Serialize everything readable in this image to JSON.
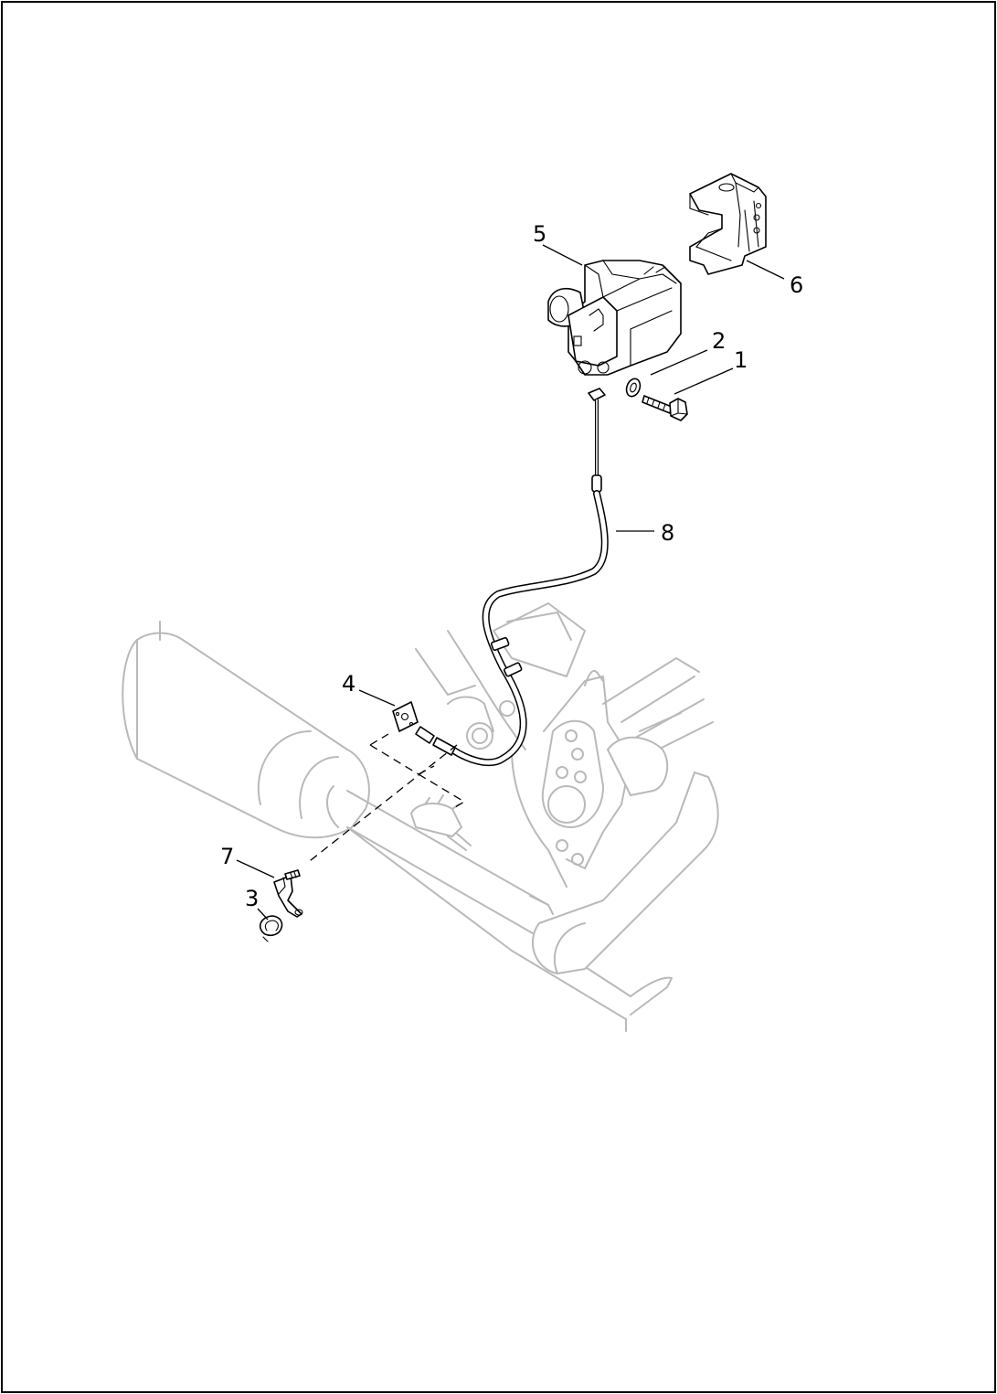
{
  "diagram": {
    "callouts": [
      {
        "id": "1",
        "text": "1"
      },
      {
        "id": "2",
        "text": "2"
      },
      {
        "id": "3",
        "text": "3"
      },
      {
        "id": "4",
        "text": "4"
      },
      {
        "id": "5",
        "text": "5"
      },
      {
        "id": "6",
        "text": "6"
      },
      {
        "id": "7",
        "text": "7"
      },
      {
        "id": "8",
        "text": "8"
      }
    ],
    "colors": {
      "part_stroke": "#000000",
      "context_stroke": "#b9b9b9",
      "frame": "#000000",
      "background": "#ffffff"
    }
  }
}
